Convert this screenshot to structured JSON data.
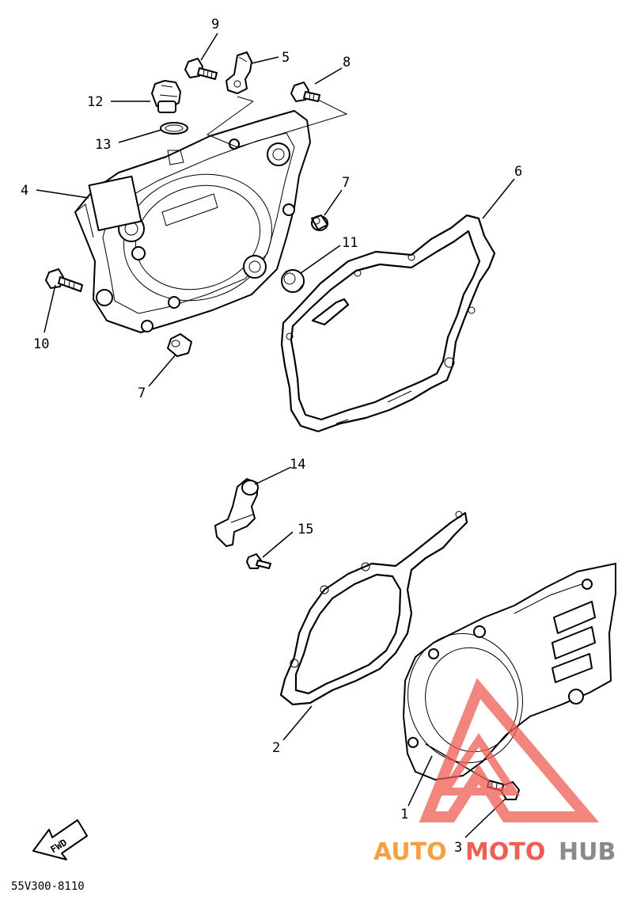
{
  "diagram": {
    "drawing_code": "55V300-8110",
    "fwd_label": "FWD",
    "callouts": {
      "c1": "1",
      "c2": "2",
      "c3": "3",
      "c4": "4",
      "c5": "5",
      "c6": "6",
      "c7a": "7",
      "c7b": "7",
      "c8": "8",
      "c9": "9",
      "c10": "10",
      "c11": "11",
      "c12": "12",
      "c13": "13",
      "c14": "14",
      "c15": "15"
    }
  },
  "watermark": {
    "part1": "AUTO",
    "part2": "MOTO",
    "part3": "HUB",
    "colors": {
      "auto": "#f5a142",
      "moto": "#ee5e54",
      "hub": "#8a8a8a"
    }
  }
}
